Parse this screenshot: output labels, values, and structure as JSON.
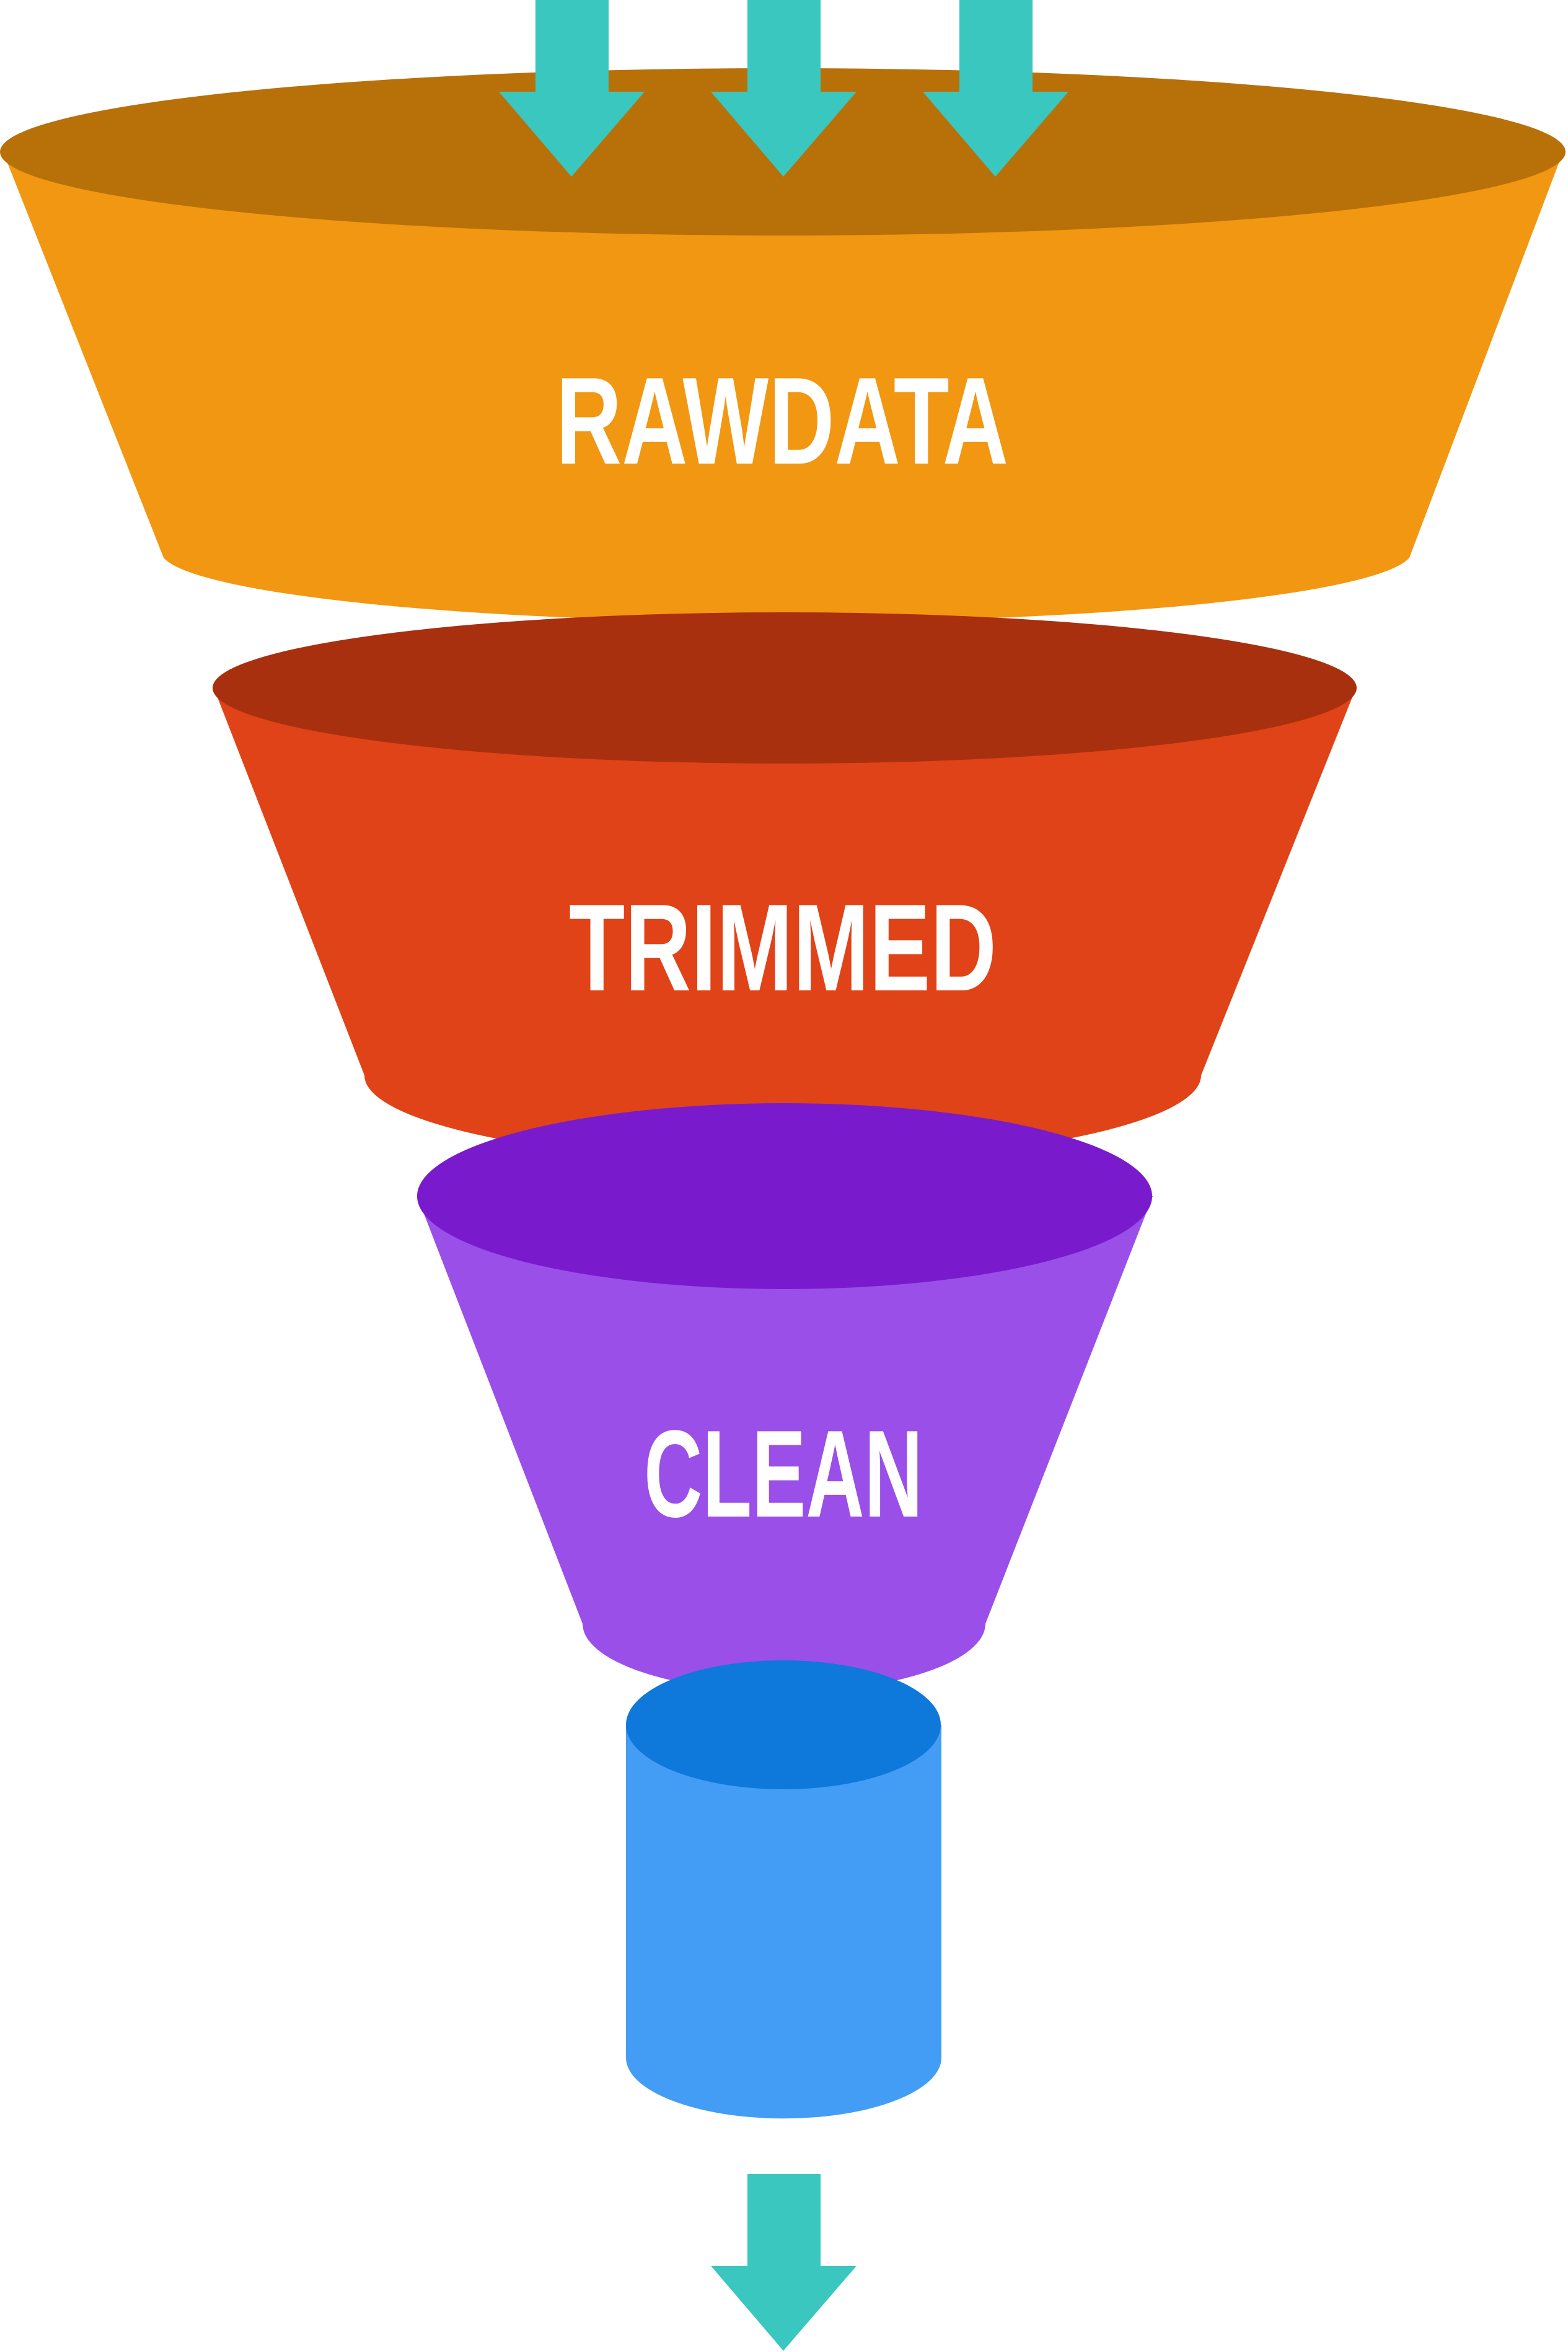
{
  "diagram": {
    "type": "data-filtering-funnel",
    "stages": [
      {
        "label": "RAWDATA",
        "body_color": "#F29711",
        "top_color": "#B87108"
      },
      {
        "label": "TRIMMED",
        "body_color": "#E04317",
        "top_color": "#A8300F"
      },
      {
        "label": "CLEAN",
        "body_color": "#9A4FE8",
        "top_color": "#791BCC"
      }
    ],
    "output": {
      "label": "",
      "body_color": "#439DF5",
      "top_color": "#0E78DB"
    },
    "arrows": {
      "color": "#3AC7BF",
      "input_count": 3,
      "output_count": 1
    }
  }
}
